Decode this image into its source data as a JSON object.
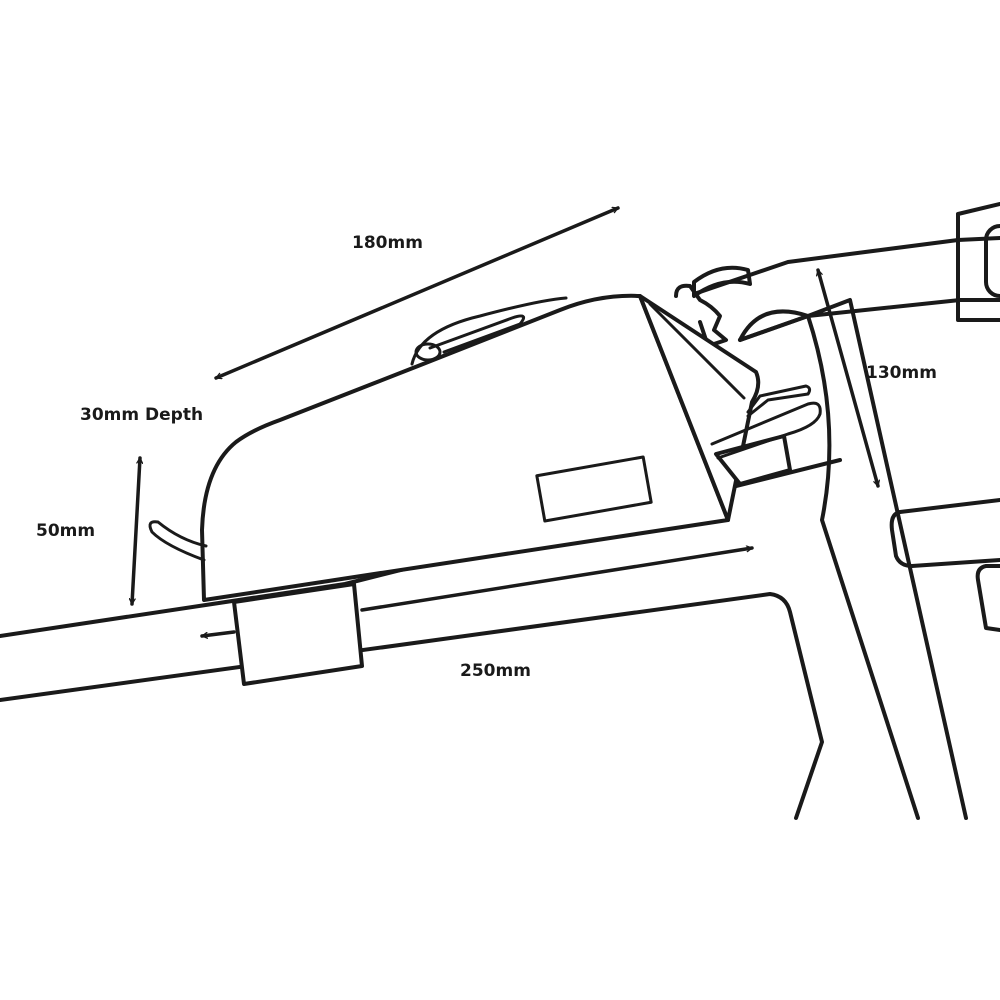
{
  "colors": {
    "stroke": "#1a1a1a",
    "background": "#ffffff"
  },
  "dimensions": {
    "length_top": "180mm",
    "depth": "30mm Depth",
    "height_front": "50mm",
    "length_bottom": "250mm",
    "height_rear": "130mm"
  }
}
